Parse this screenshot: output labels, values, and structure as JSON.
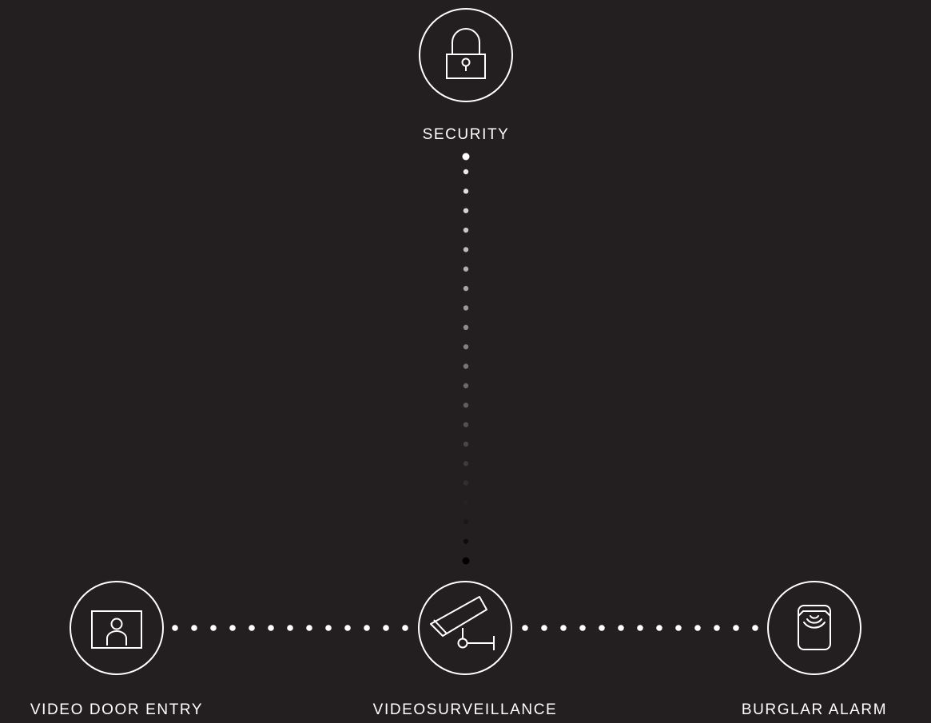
{
  "colors": {
    "background": "#231f20",
    "foreground": "#ffffff"
  },
  "nodes": {
    "security": {
      "label": "SECURITY",
      "icon": "padlock-icon"
    },
    "video_door_entry": {
      "label": "VIDEO DOOR ENTRY",
      "icon": "video-intercom-icon"
    },
    "videosurveillance": {
      "label": "VIDEOSURVEILLANCE",
      "icon": "cctv-camera-icon"
    },
    "burglar_alarm": {
      "label": "BURGLAR ALARM",
      "icon": "alarm-sensor-icon"
    }
  },
  "connections": [
    {
      "from": "security",
      "to": "videosurveillance",
      "style": "dotted-fade"
    },
    {
      "from": "video_door_entry",
      "to": "videosurveillance",
      "style": "dotted"
    },
    {
      "from": "videosurveillance",
      "to": "burglar_alarm",
      "style": "dotted"
    }
  ]
}
